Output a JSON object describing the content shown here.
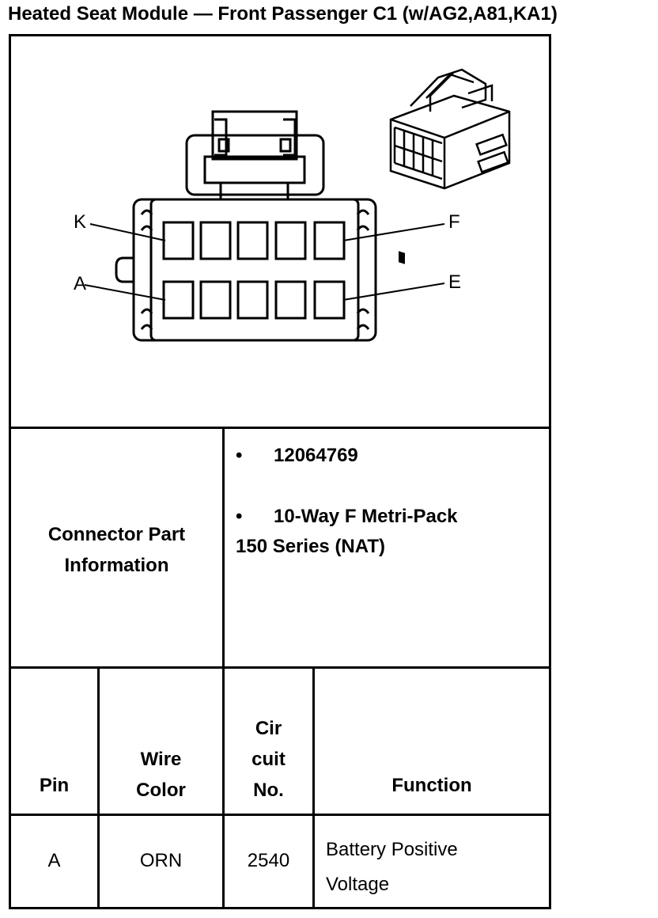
{
  "page": {
    "title": "Heated Seat Module — Front Passenger C1 (w/AG2,A81,KA1)"
  },
  "diagram": {
    "pin_labels": {
      "top_left": "K",
      "top_right": "F",
      "bottom_left": "A",
      "bottom_right": "E"
    }
  },
  "connector_info": {
    "label": "Connector Part Information",
    "items": [
      {
        "bullet": "•",
        "text": "12064769"
      },
      {
        "bullet": "•",
        "text": "10-Way F Metri-Pack"
      }
    ],
    "item_continuation": "150 Series (NAT)"
  },
  "pin_table": {
    "headers": {
      "pin": "Pin",
      "wire_color_line1": "Wire",
      "wire_color_line2": "Color",
      "circuit_line1": "Cir",
      "circuit_line2": "cuit",
      "circuit_line3": "No.",
      "function": "Function"
    },
    "rows": [
      {
        "pin": "A",
        "wire_color": "ORN",
        "circuit": "2540",
        "function_line1": "Battery Positive",
        "function_line2": "Voltage"
      }
    ]
  }
}
